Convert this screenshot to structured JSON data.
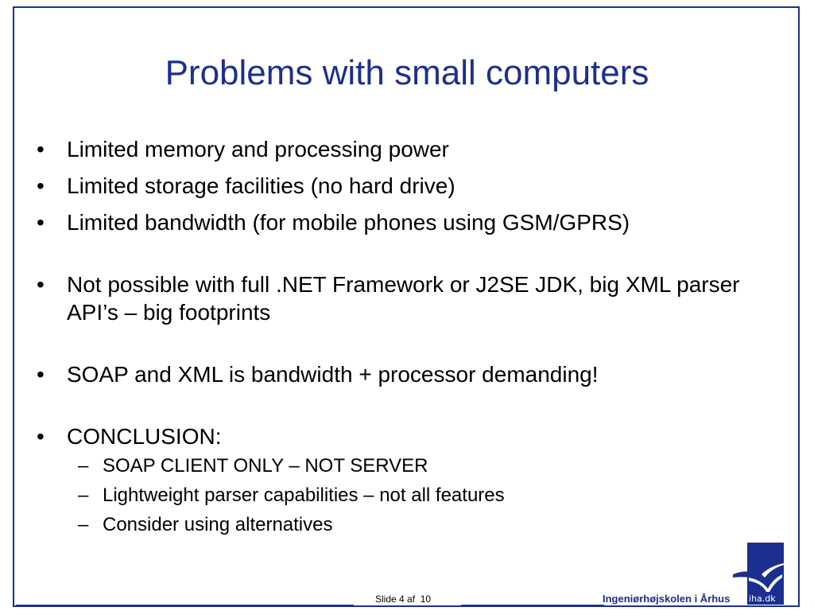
{
  "slide": {
    "title": "Problems with small computers",
    "bullet_symbol": "•",
    "sub_symbol": "–",
    "bullets": [
      {
        "text": "Limited memory and processing power"
      },
      {
        "text": "Limited storage facilities (no hard drive)"
      },
      {
        "text": "Limited bandwidth (for mobile phones using GSM/GPRS)"
      },
      {
        "text": "Not possible with full .NET Framework or J2SE JDK, big XML parser API’s – big footprints"
      },
      {
        "text": "SOAP and XML is bandwidth + processor demanding!"
      },
      {
        "text": "CONCLUSION:",
        "sub_items": [
          "SOAP CLIENT ONLY – NOT SERVER",
          "Lightweight parser capabilities – not all features",
          "Consider using alternatives"
        ]
      }
    ]
  },
  "footer": {
    "slide_number": "Slide 4 af  10",
    "school_name": "Ingeniørhøjskolen i Århus",
    "logo_text": "iha.dk"
  },
  "colors": {
    "accent": "#1c2f8f",
    "background": "#ffffff",
    "text": "#000000"
  }
}
